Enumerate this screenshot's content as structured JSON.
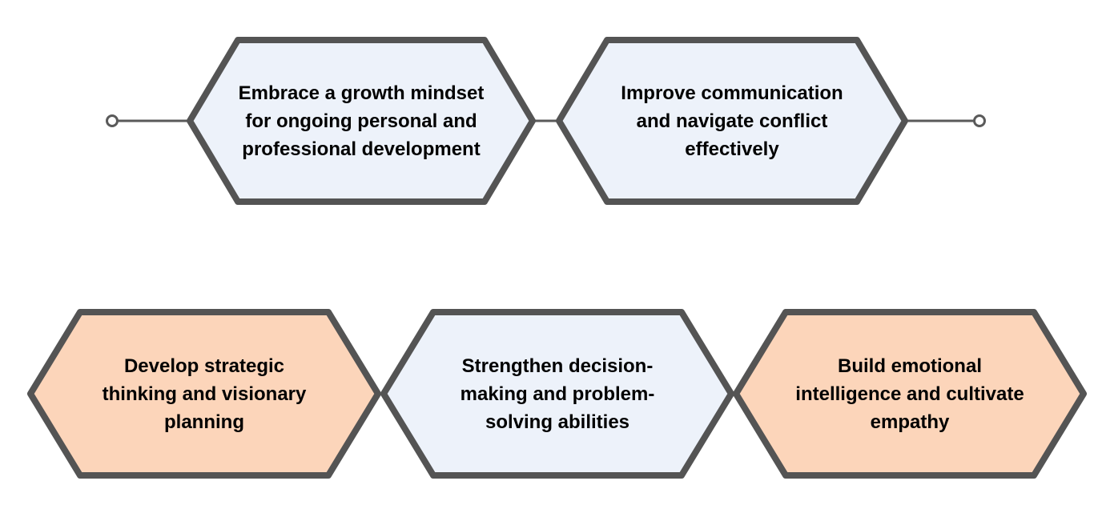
{
  "colors": {
    "background": "#ffffff",
    "hexagon_border": "#545454",
    "blue_fill": "#edf2fa",
    "peach_fill": "#fcd5ba",
    "connector": "#5a5a5a",
    "text": "#000000"
  },
  "nodes": [
    {
      "fill": "blue",
      "label": "Embrace a growth mindset\nfor ongoing personal and\nprofessional development"
    },
    {
      "fill": "blue",
      "label": "Improve communication\nand navigate conflict\neffectively"
    },
    {
      "fill": "peach",
      "label": "Develop strategic\nthinking and visionary\nplanning"
    },
    {
      "fill": "blue",
      "label": "Strengthen decision-\nmaking and problem-\nsolving abilities"
    },
    {
      "fill": "peach",
      "label": "Build emotional\nintelligence and cultivate\nempathy"
    }
  ]
}
